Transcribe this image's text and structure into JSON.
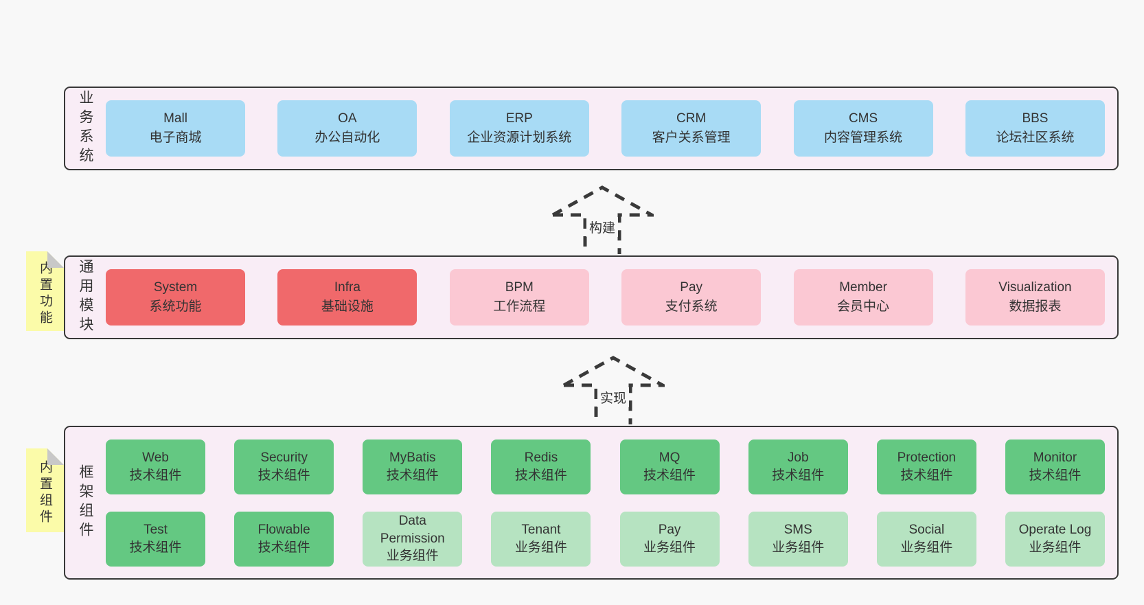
{
  "colors": {
    "page_bg": "#f8f8f8",
    "layer_bg": "#f9edf6",
    "layer_border": "#383838",
    "box_blue": "#a8dbf5",
    "box_red": "#f0696b",
    "box_pink": "#fbc8d3",
    "box_green": "#64c882",
    "box_green_light": "#b6e3c1",
    "sticky_yellow": "#fbfba9",
    "sticky_fold_gray": "#c8c8c8",
    "text": "#333333"
  },
  "arrows": [
    {
      "label": "构建"
    },
    {
      "label": "实现"
    }
  ],
  "layers": [
    {
      "label": "业务系统",
      "sticky": null,
      "rows": [
        [
          {
            "name": "Mall",
            "desc": "电子商城",
            "type": "blue"
          },
          {
            "name": "OA",
            "desc": "办公自动化",
            "type": "blue"
          },
          {
            "name": "ERP",
            "desc": "企业资源计划系统",
            "type": "blue"
          },
          {
            "name": "CRM",
            "desc": "客户关系管理",
            "type": "blue"
          },
          {
            "name": "CMS",
            "desc": "内容管理系统",
            "type": "blue"
          },
          {
            "name": "BBS",
            "desc": "论坛社区系统",
            "type": "blue"
          }
        ]
      ]
    },
    {
      "label": "通用模块",
      "sticky": "内置功能",
      "rows": [
        [
          {
            "name": "System",
            "desc": "系统功能",
            "type": "red"
          },
          {
            "name": "Infra",
            "desc": "基础设施",
            "type": "red"
          },
          {
            "name": "BPM",
            "desc": "工作流程",
            "type": "pink"
          },
          {
            "name": "Pay",
            "desc": "支付系统",
            "type": "pink"
          },
          {
            "name": "Member",
            "desc": "会员中心",
            "type": "pink"
          },
          {
            "name": "Visualization",
            "desc": "数据报表",
            "type": "pink"
          }
        ]
      ]
    },
    {
      "label": "框架组件",
      "sticky": "内置组件",
      "rows": [
        [
          {
            "name": "Web",
            "desc": "技术组件",
            "type": "green"
          },
          {
            "name": "Security",
            "desc": "技术组件",
            "type": "green"
          },
          {
            "name": "MyBatis",
            "desc": "技术组件",
            "type": "green"
          },
          {
            "name": "Redis",
            "desc": "技术组件",
            "type": "green"
          },
          {
            "name": "MQ",
            "desc": "技术组件",
            "type": "green"
          },
          {
            "name": "Job",
            "desc": "技术组件",
            "type": "green"
          },
          {
            "name": "Protection",
            "desc": "技术组件",
            "type": "green"
          },
          {
            "name": "Monitor",
            "desc": "技术组件",
            "type": "green"
          }
        ],
        [
          {
            "name": "Test",
            "desc": "技术组件",
            "type": "green"
          },
          {
            "name": "Flowable",
            "desc": "技术组件",
            "type": "green"
          },
          {
            "name": "Data Permission",
            "desc": "业务组件",
            "type": "green-light"
          },
          {
            "name": "Tenant",
            "desc": "业务组件",
            "type": "green-light"
          },
          {
            "name": "Pay",
            "desc": "业务组件",
            "type": "green-light"
          },
          {
            "name": "SMS",
            "desc": "业务组件",
            "type": "green-light"
          },
          {
            "name": "Social",
            "desc": "业务组件",
            "type": "green-light"
          },
          {
            "name": "Operate Log",
            "desc": "业务组件",
            "type": "green-light"
          }
        ]
      ]
    }
  ]
}
